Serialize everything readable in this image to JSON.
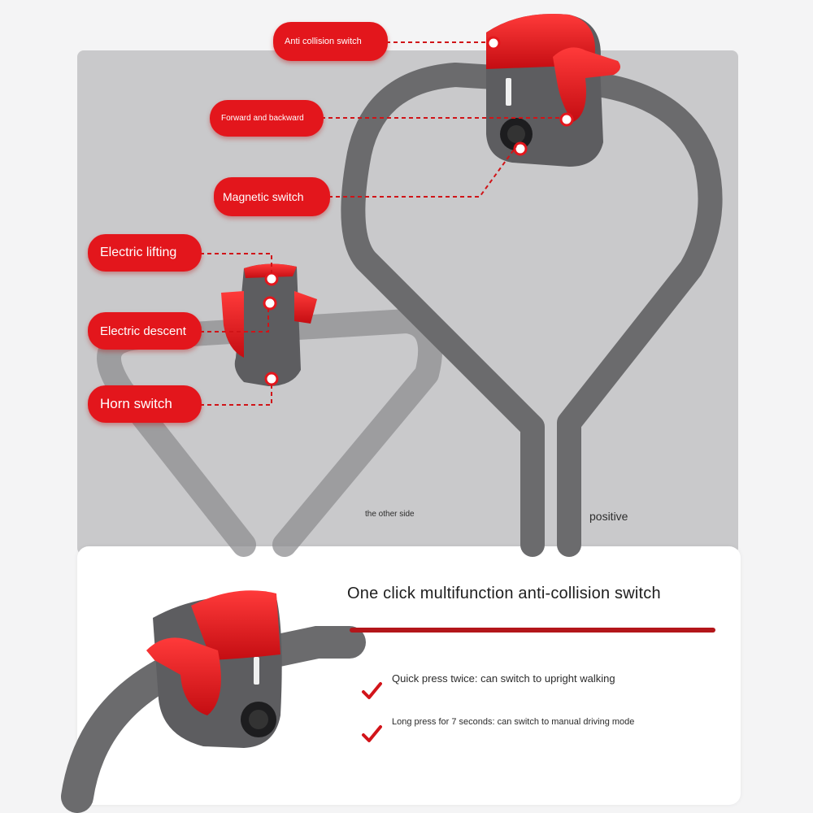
{
  "colors": {
    "accent": "#e3161c",
    "handle": "#6b6b6d",
    "panel": "#c9c9cb"
  },
  "callouts": [
    {
      "id": "anti-collision",
      "label": "Anti collision switch"
    },
    {
      "id": "forward-backward",
      "label": "Forward and backward"
    },
    {
      "id": "magnetic",
      "label": "Magnetic switch"
    },
    {
      "id": "lifting",
      "label": "Electric lifting"
    },
    {
      "id": "descent",
      "label": "Electric descent"
    },
    {
      "id": "horn",
      "label": "Horn switch"
    }
  ],
  "side_labels": {
    "other": "the other side",
    "positive": "positive"
  },
  "feature": {
    "title": "One click multifunction anti-collision switch",
    "tips": [
      {
        "icon": "check-icon",
        "text": "Quick press twice: can switch to upright walking"
      },
      {
        "icon": "check-icon",
        "text": "Long press for 7 seconds: can switch to manual driving mode"
      }
    ]
  }
}
